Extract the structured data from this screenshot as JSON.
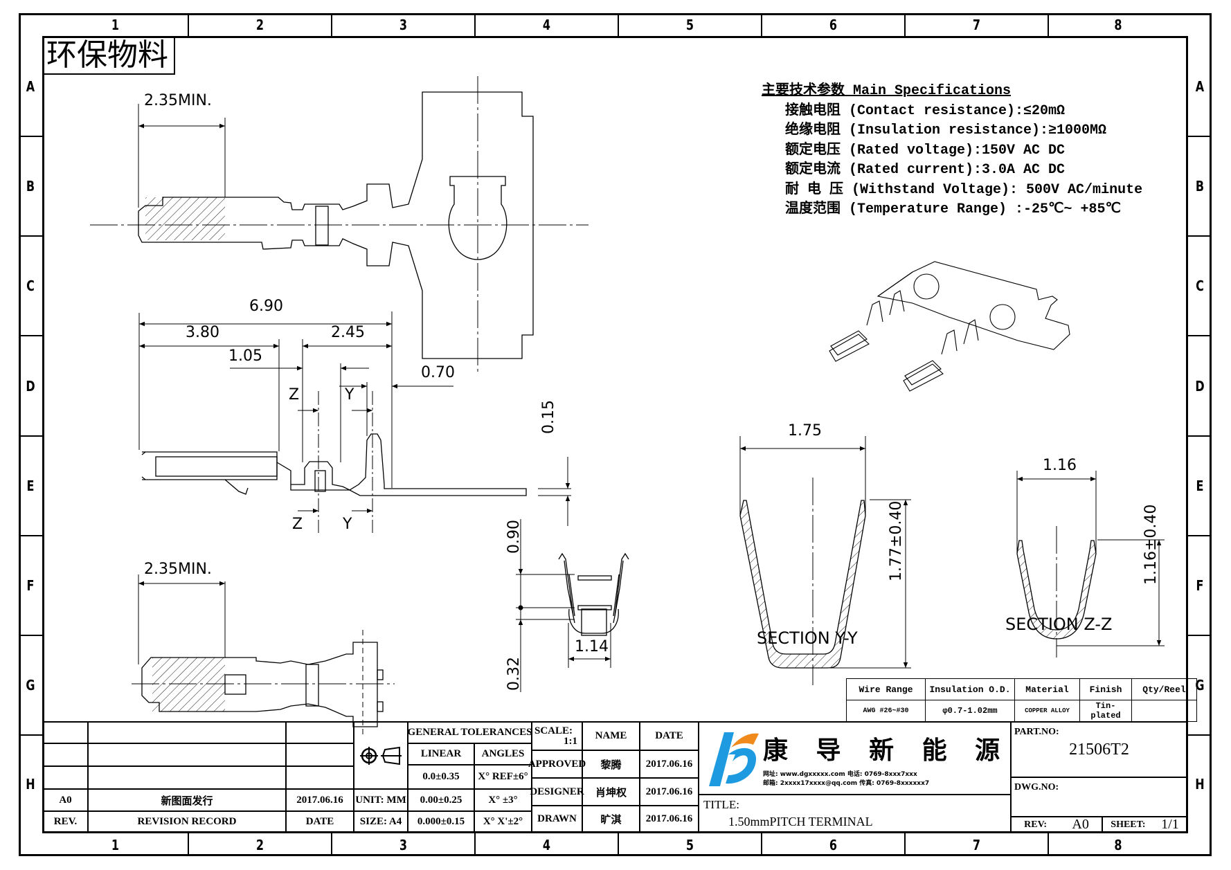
{
  "frame": {
    "columns": [
      "1",
      "2",
      "3",
      "4",
      "5",
      "6",
      "7",
      "8"
    ],
    "rows": [
      "A",
      "B",
      "C",
      "D",
      "E",
      "F",
      "G",
      "H"
    ]
  },
  "eco_stamp": "环保物料",
  "specs": {
    "title": "主要技术参数 Main Specifications",
    "items": [
      "接触电阻 (Contact resistance):≤20mΩ",
      "绝缘电阻 (Insulation resistance):≥1000MΩ",
      "额定电压 (Rated voltage):150V AC DC",
      "额定电流 (Rated current):3.0A AC DC",
      "耐 电 压 (Withstand Voltage): 500V AC/minute",
      "温度范围 (Temperature Range) :-25℃~ +85℃"
    ]
  },
  "dimensions": {
    "top_view_min": "2.35MIN.",
    "overall_length": "6.90",
    "contact_length": "3.80",
    "crimp_length": "2.45",
    "wire_barrel": "1.05",
    "insulation_barrel": "0.70",
    "thickness": "0.15",
    "end_height_upper": "0.90",
    "end_height_lower": "0.32",
    "end_width": "1.14",
    "bottom_view_min": "2.35MIN.",
    "section_yy_width": "1.75",
    "section_yy_height": "1.77±0.40",
    "section_zz_width": "1.16",
    "section_zz_height": "1.16±0.40",
    "section_mark_z": "Z",
    "section_mark_y": "Y"
  },
  "sections": {
    "yy_label": "SECTION Y-Y",
    "zz_label": "SECTION Z-Z"
  },
  "wire_table": {
    "headers": [
      "Wire Range",
      "Insulation O.D.",
      "Material",
      "Finish",
      "Qty/Reel"
    ],
    "values": [
      "AWG #26~#30",
      "φ0.7-1.02mm",
      "COPPER ALLOY",
      "Tin-plated",
      ""
    ]
  },
  "revision": {
    "rows": [
      {
        "rev": "",
        "record": "",
        "date": ""
      },
      {
        "rev": "",
        "record": "",
        "date": ""
      },
      {
        "rev": "",
        "record": "",
        "date": ""
      },
      {
        "rev": "A0",
        "record": "新图面发行",
        "date": "2017.06.16"
      }
    ],
    "header": {
      "rev": "REV.",
      "record": "REVISION RECORD",
      "date": "DATE"
    }
  },
  "tolerances": {
    "title": "GENERAL TOLERANCES",
    "linear_label": "LINEAR",
    "angles_label": "ANGLES",
    "unit": "UNIT: MM",
    "size": "SIZE: A4",
    "linear": [
      "0.0±0.35",
      "0.00±0.25",
      "0.000±0.15"
    ],
    "angles": [
      "X° REF±6°",
      "X° ±3°",
      "X° X'±2°"
    ]
  },
  "approvals": {
    "scale_label": "SCALE:",
    "scale_value": "1:1",
    "name_header": "NAME",
    "date_header": "DATE",
    "rows": [
      {
        "role": "APPROVED",
        "name": "黎腾",
        "date": "2017.06.16"
      },
      {
        "role": "DESIGNER",
        "name": "肖坤权",
        "date": "2017.06.16"
      },
      {
        "role": "DRAWN",
        "name": "旷淇",
        "date": "2017.06.16"
      }
    ]
  },
  "company": {
    "name": "康 导 新 能 源",
    "line1": "网址: www.dgxxxxx.com   电话: 0769-8xxx7xxx",
    "line2": "邮箱: 2xxxx17xxxx@qq.com  传真: 0769-8xxxxxx7",
    "logo_blue": "#1E9BE0",
    "logo_orange": "#F08A1C"
  },
  "title_block": {
    "title_label": "TITLE:",
    "title": "1.50mmPITCH TERMINAL",
    "part_no_label": "PART.NO:",
    "part_no": "21506T2",
    "dwg_no_label": "DWG.NO:",
    "dwg_no": "",
    "rev_label": "REV:",
    "rev": "A0",
    "sheet_label": "SHEET:",
    "sheet": "1/1"
  }
}
